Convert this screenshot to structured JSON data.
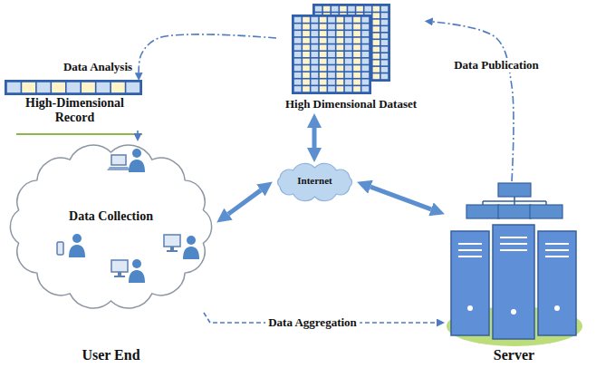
{
  "diagram": {
    "nodes": [
      {
        "text": [
          "High Dimensional Dataset"
        ]
      },
      {
        "text": [
          "High-Dimensional Record"
        ]
      },
      {
        "text": [
          "Data Collection",
          "User End"
        ]
      },
      {
        "text": [
          "Internet"
        ]
      },
      {
        "text": [
          "Server"
        ]
      }
    ],
    "edges": [
      {
        "from": 0,
        "to": 1,
        "arrow": "to",
        "label": "Data Analysis"
      },
      {
        "from": 1,
        "to": 2,
        "arrow": "to"
      },
      {
        "from": 4,
        "to": 0,
        "arrow": "to",
        "label": "Data Publication"
      },
      {
        "from": 2,
        "to": 4,
        "arrow": "to",
        "label": "Data Aggregation"
      },
      {
        "from": 2,
        "to": 3,
        "arrow": "both"
      },
      {
        "from": 3,
        "to": 4,
        "arrow": "both"
      },
      {
        "from": 0,
        "to": 3,
        "arrow": "both"
      }
    ]
  }
}
